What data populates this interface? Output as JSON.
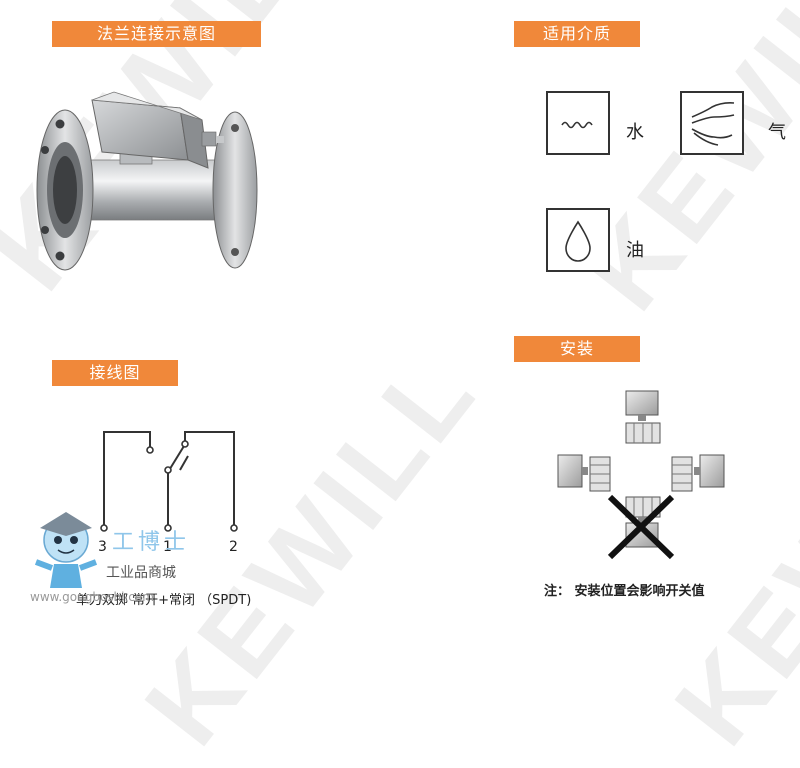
{
  "watermark": "KEWILL",
  "sections": {
    "flange": "法兰连接示意图",
    "media": "适用介质",
    "wiring": "接线图",
    "install": "安装"
  },
  "media_items": [
    {
      "label": "水",
      "icon": "water-wave-icon"
    },
    {
      "label": "气",
      "icon": "gas-flow-icon"
    },
    {
      "label": "油",
      "icon": "oil-drop-icon"
    }
  ],
  "wiring": {
    "terminals": [
      "3",
      "1",
      "2"
    ],
    "caption": "单刀双掷 常开+常闭 （SPDT)"
  },
  "install_note": "注：  安装位置会影响开关值",
  "logo": {
    "brand": "工博士",
    "subtitle": "工业品商城",
    "url": "www.gongboshi.com"
  },
  "colors": {
    "accent": "#f0883a",
    "line": "#333333",
    "watermark": "#eeeeee"
  }
}
